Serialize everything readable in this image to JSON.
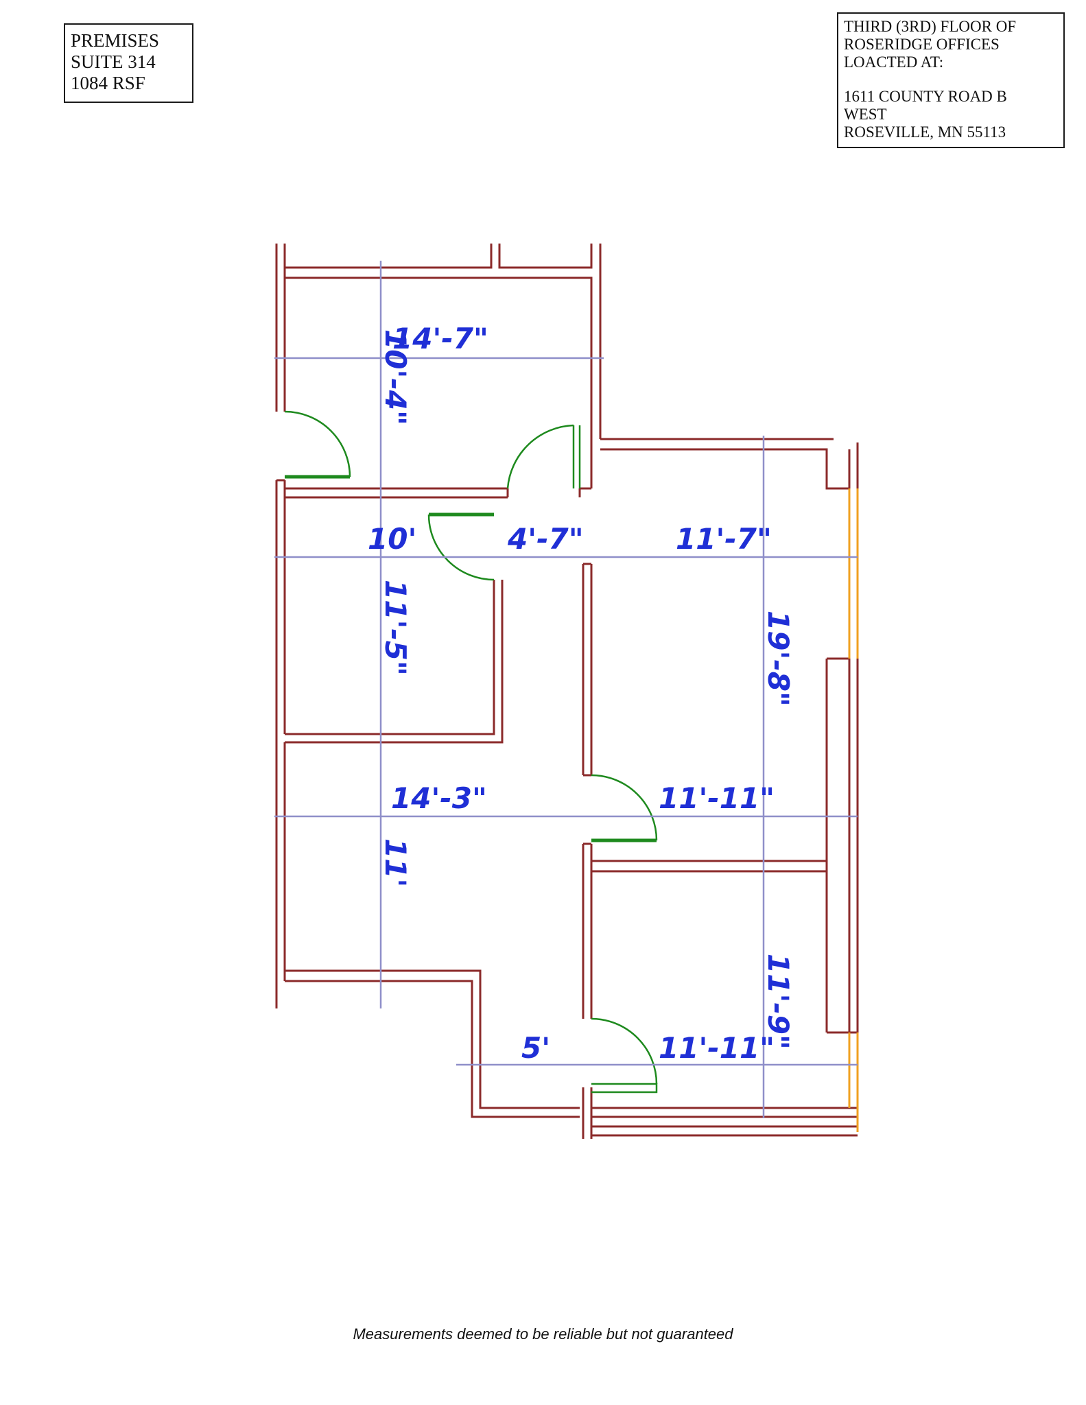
{
  "premises_box": {
    "line1": "PREMISES",
    "line2": "SUITE  314",
    "line3": " 1084 RSF"
  },
  "location_box": {
    "line1": "THIRD (3RD) FLOOR OF",
    "line2": "ROSERIDGE OFFICES",
    "line3": "LOACTED AT:",
    "line4": "1611 COUNTY ROAD B",
    "line5": "WEST",
    "line6": "ROSEVILLE, MN 55113"
  },
  "dimensions": {
    "top_room_width": "14'-7\"",
    "top_room_height": "10'-4\"",
    "left_mid_width": "10'",
    "hall_width": "4'-7\"",
    "right_office_width": "11'-7\"",
    "right_office_height": "19'-8\"",
    "left_mid_height": "11'-5\"",
    "reception_width": "14'-3\"",
    "middle_right_width": "11'-11\"",
    "reception_height": "11'",
    "bottom_right_height": "11'-9\"",
    "bottom_hall_width": "5'",
    "bottom_right_width": "11'-11\""
  },
  "colors": {
    "wall": "#8b2a2a",
    "door": "#1e8a1e",
    "dimension_line": "#8f8fc9",
    "dimension_text": "#1f2fd6",
    "window": "#f0a020"
  },
  "footer": {
    "note": "Measurements deemed to be reliable but not guaranteed"
  }
}
